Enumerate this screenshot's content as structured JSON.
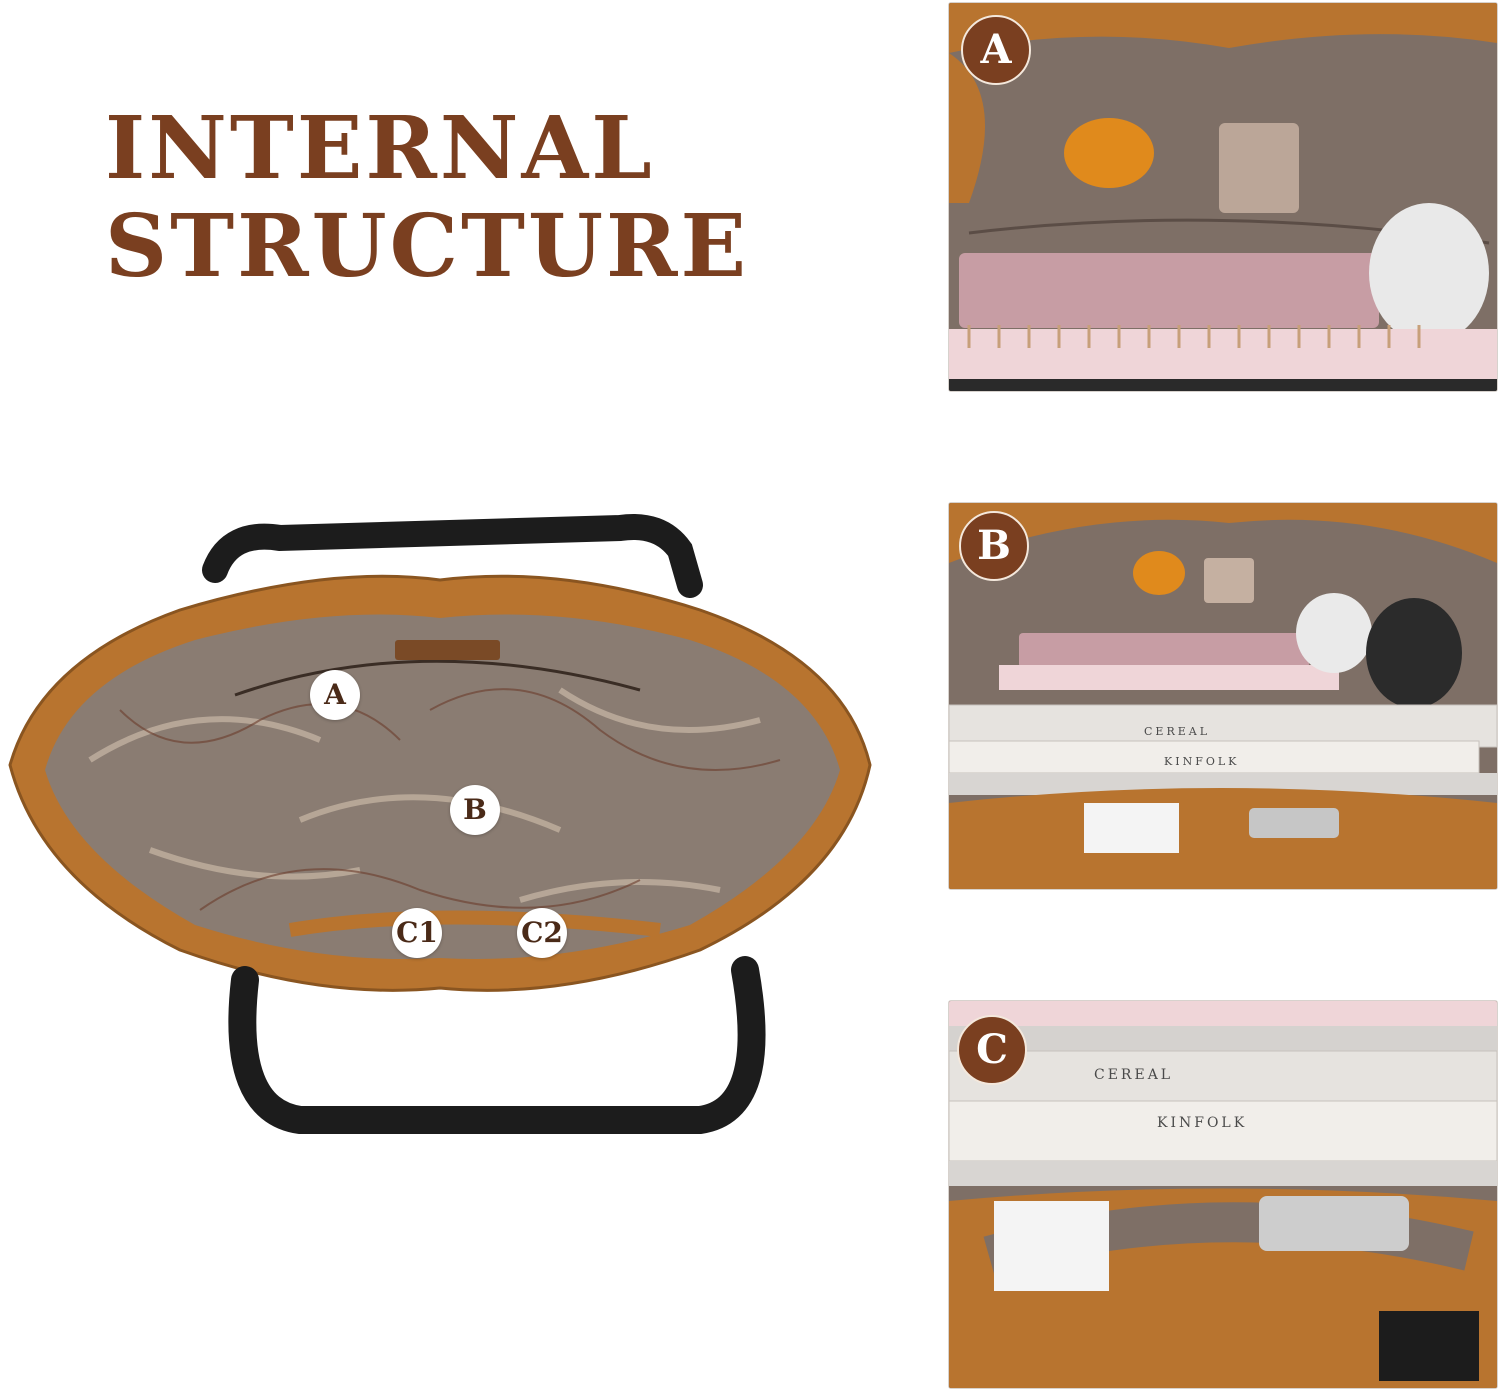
{
  "headline": {
    "line1": "INTERNAL",
    "line2": "STRUCTURE"
  },
  "bag_callouts": {
    "a": "A",
    "b": "B",
    "c1": "C1",
    "c2": "C2"
  },
  "panels": [
    {
      "badge": "A"
    },
    {
      "badge": "B",
      "book_top": "CEREAL",
      "book_bottom": "KINFOLK"
    },
    {
      "badge": "C",
      "book_top": "CEREAL",
      "book_bottom": "KINFOLK"
    }
  ],
  "colors": {
    "brand": "#7a3f20",
    "leather": "#b8742f",
    "lining": "#8a7c72",
    "strap": "#1c1c1c"
  }
}
